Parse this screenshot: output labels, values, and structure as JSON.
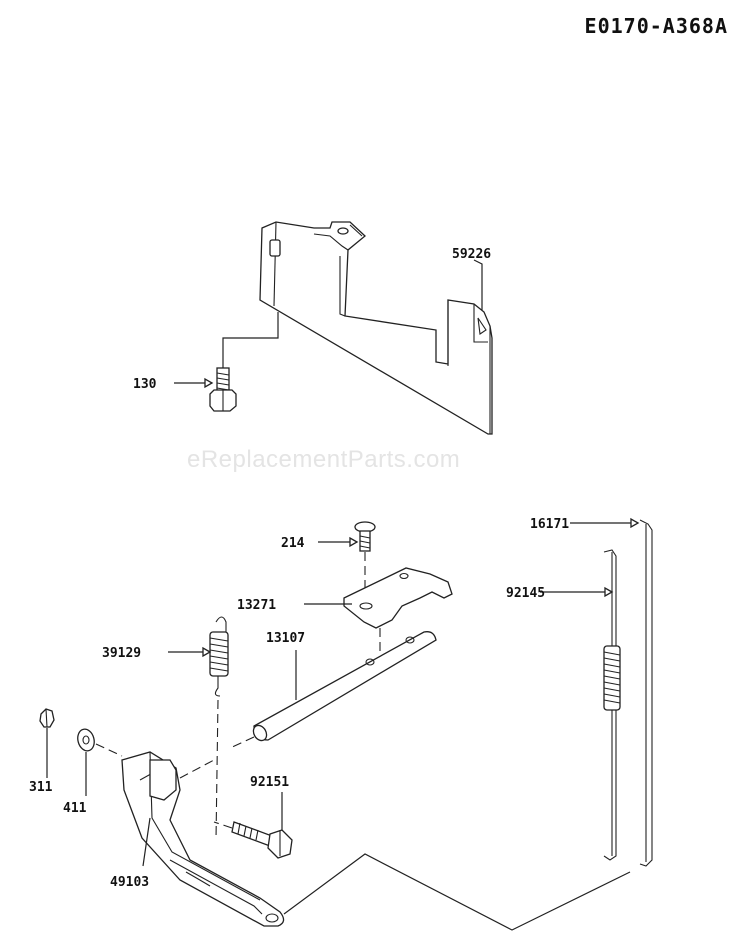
{
  "diagram_code": "E0170-A368A",
  "watermark": "eReplacementParts.com",
  "parts": {
    "p59226": "59226",
    "p130": "130",
    "p214": "214",
    "p13271": "13271",
    "p13107": "13107",
    "p39129": "39129",
    "p311": "311",
    "p411": "411",
    "p92151": "92151",
    "p49103": "49103",
    "p16171": "16171",
    "p92145": "92145"
  }
}
